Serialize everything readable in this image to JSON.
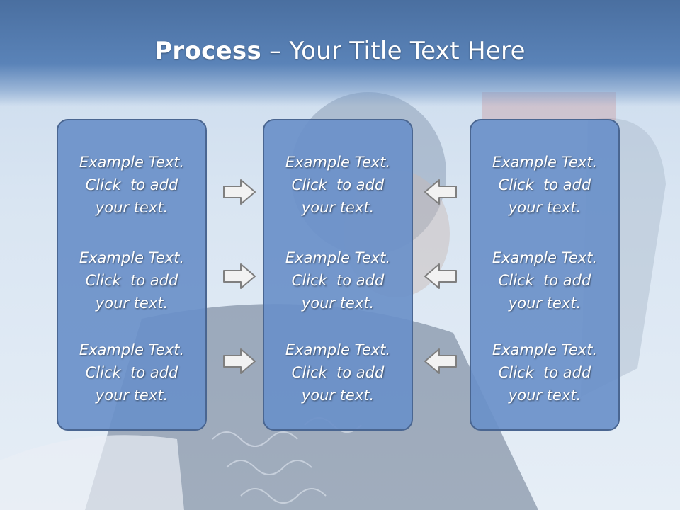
{
  "slide": {
    "title_bold": "Process",
    "title_rest": " – Your Title Text Here"
  },
  "columns": [
    {
      "items": [
        {
          "line1": "Example Text.",
          "line2": "Click  to add",
          "line3": "your text."
        },
        {
          "line1": "Example Text.",
          "line2": "Click  to add",
          "line3": "your text."
        },
        {
          "line1": "Example Text.",
          "line2": "Click  to add",
          "line3": "your text."
        }
      ]
    },
    {
      "items": [
        {
          "line1": "Example Text.",
          "line2": "Click  to add",
          "line3": "your text."
        },
        {
          "line1": "Example Text.",
          "line2": "Click  to add",
          "line3": "your text."
        },
        {
          "line1": "Example Text.",
          "line2": "Click  to add",
          "line3": "your text."
        }
      ]
    },
    {
      "items": [
        {
          "line1": "Example Text.",
          "line2": "Click  to add",
          "line3": "your text."
        },
        {
          "line1": "Example Text.",
          "line2": "Click  to add",
          "line3": "your text."
        },
        {
          "line1": "Example Text.",
          "line2": "Click  to add",
          "line3": "your text."
        }
      ]
    }
  ],
  "arrows": {
    "left_group_direction": "right",
    "right_group_direction": "left",
    "fill": "#f2f2f2",
    "stroke": "#7f7f7f"
  },
  "colors": {
    "title_bar": "#4a6fa0",
    "box_fill": "#6a90c9",
    "box_border": "#4a6691",
    "text": "#ffffff"
  }
}
